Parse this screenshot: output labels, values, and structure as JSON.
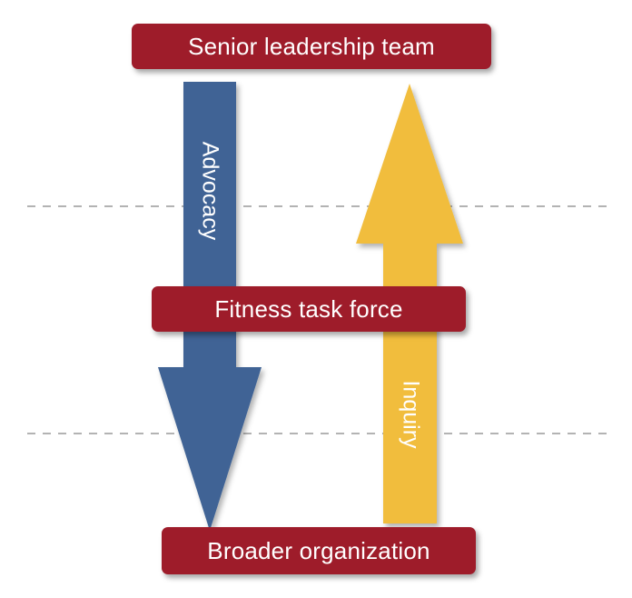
{
  "diagram": {
    "top_box": {
      "label": "Senior leadership team"
    },
    "middle_box": {
      "label": "Fitness task force"
    },
    "bottom_box": {
      "label": "Broader organization"
    },
    "down_arrow": {
      "label": "Advocacy",
      "direction": "down",
      "color": "#3f6395"
    },
    "up_arrow": {
      "label": "Inquiry",
      "direction": "up",
      "color": "#f1bd3c"
    },
    "colors": {
      "box_fill": "#9e1c2a",
      "box_text": "#ffffff",
      "divider": "#b3b3b3"
    }
  }
}
